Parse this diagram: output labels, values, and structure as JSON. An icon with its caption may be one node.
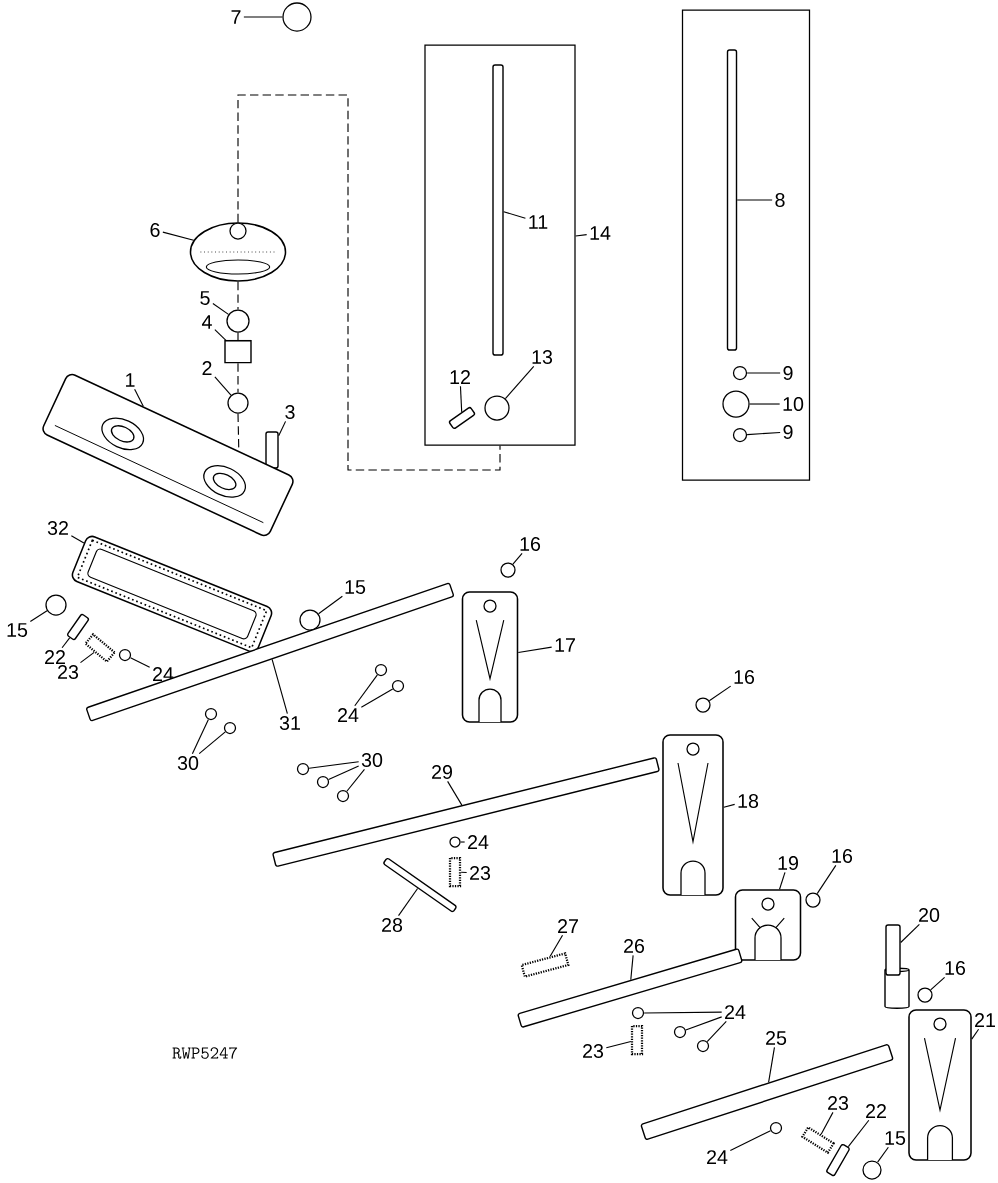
{
  "diagram": {
    "nodes": [
      {
        "text": [
          "7"
        ]
      },
      {
        "text": [],
        "shape": "circle"
      },
      {
        "text": [],
        "shape": "box"
      },
      {
        "text": [],
        "shape": "box"
      },
      {
        "text": [
          "8"
        ],
        "in": 3
      },
      {
        "text": [],
        "shape": "bar",
        "in": 3
      },
      {
        "text": [
          "9"
        ],
        "in": 3
      },
      {
        "text": [],
        "shape": "circle",
        "in": 3
      },
      {
        "text": [
          "10"
        ],
        "in": 3
      },
      {
        "text": [],
        "shape": "circle",
        "in": 3
      },
      {
        "text": [
          "9"
        ],
        "in": 3
      },
      {
        "text": [],
        "shape": "circle",
        "in": 3
      },
      {
        "text": [
          "11"
        ],
        "in": 2
      },
      {
        "text": [],
        "shape": "bar",
        "in": 2
      },
      {
        "text": [
          "14"
        ]
      },
      {
        "text": [
          "12"
        ],
        "in": 2
      },
      {
        "text": [],
        "shape": "bar",
        "in": 2
      },
      {
        "text": [
          "13"
        ],
        "in": 2
      },
      {
        "text": [],
        "shape": "circle",
        "in": 2
      },
      {
        "text": [
          "6"
        ]
      },
      {
        "text": [],
        "shape": "picture"
      },
      {
        "text": [
          "5"
        ]
      },
      {
        "text": [],
        "shape": "circle"
      },
      {
        "text": [
          "4"
        ]
      },
      {
        "text": [],
        "shape": "cylinder"
      },
      {
        "text": [
          "1"
        ]
      },
      {
        "text": [
          "2"
        ]
      },
      {
        "text": [],
        "shape": "circle"
      },
      {
        "text": [
          "3"
        ]
      },
      {
        "text": [],
        "shape": "bar"
      },
      {
        "text": [],
        "shape": "picture"
      },
      {
        "text": [
          "32"
        ]
      },
      {
        "text": [],
        "shape": "picture"
      },
      {
        "text": [
          "15"
        ]
      },
      {
        "text": [],
        "shape": "circle"
      },
      {
        "text": [
          "22"
        ]
      },
      {
        "text": [],
        "shape": "bar"
      },
      {
        "text": [
          "23"
        ]
      },
      {
        "text": [],
        "shape": "spring"
      },
      {
        "text": [
          "24"
        ]
      },
      {
        "text": [],
        "shape": "circle"
      },
      {
        "text": [
          "15"
        ]
      },
      {
        "text": [],
        "shape": "circle"
      },
      {
        "text": [
          "16"
        ]
      },
      {
        "text": [],
        "shape": "circle"
      },
      {
        "text": [
          "17"
        ]
      },
      {
        "text": [],
        "shape": "picture"
      },
      {
        "text": [
          "31"
        ]
      },
      {
        "text": [],
        "shape": "bar"
      },
      {
        "text": [
          "24"
        ]
      },
      {
        "text": [],
        "shape": "circle"
      },
      {
        "text": [],
        "shape": "circle"
      },
      {
        "text": [
          "30"
        ]
      },
      {
        "text": [],
        "shape": "circle"
      },
      {
        "text": [],
        "shape": "circle"
      },
      {
        "text": [
          "30"
        ]
      },
      {
        "text": [],
        "shape": "circle"
      },
      {
        "text": [],
        "shape": "circle"
      },
      {
        "text": [],
        "shape": "circle"
      },
      {
        "text": [
          "29"
        ]
      },
      {
        "text": [],
        "shape": "bar"
      },
      {
        "text": [
          "24"
        ]
      },
      {
        "text": [],
        "shape": "circle"
      },
      {
        "text": [
          "23"
        ]
      },
      {
        "text": [],
        "shape": "spring"
      },
      {
        "text": [
          "28"
        ]
      },
      {
        "text": [],
        "shape": "bar"
      },
      {
        "text": [
          "16"
        ]
      },
      {
        "text": [],
        "shape": "circle"
      },
      {
        "text": [
          "18"
        ]
      },
      {
        "text": [],
        "shape": "picture"
      },
      {
        "text": [
          "19"
        ]
      },
      {
        "text": [],
        "shape": "picture"
      },
      {
        "text": [
          "16"
        ]
      },
      {
        "text": [],
        "shape": "circle"
      },
      {
        "text": [
          "27"
        ]
      },
      {
        "text": [],
        "shape": "spring"
      },
      {
        "text": [
          "26"
        ]
      },
      {
        "text": [],
        "shape": "bar"
      },
      {
        "text": [
          "20"
        ]
      },
      {
        "text": [],
        "shape": "bar"
      },
      {
        "text": [
          "16"
        ]
      },
      {
        "text": [],
        "shape": "circle"
      },
      {
        "text": [
          "21"
        ]
      },
      {
        "text": [],
        "shape": "picture"
      },
      {
        "text": [
          "23"
        ]
      },
      {
        "text": [],
        "shape": "spring"
      },
      {
        "text": [
          "24"
        ]
      },
      {
        "text": [],
        "shape": "circle"
      },
      {
        "text": [],
        "shape": "circle"
      },
      {
        "text": [],
        "shape": "circle"
      },
      {
        "text": [
          "25"
        ]
      },
      {
        "text": [],
        "shape": "bar"
      },
      {
        "text": [
          "24"
        ]
      },
      {
        "text": [],
        "shape": "circle"
      },
      {
        "text": [
          "23"
        ]
      },
      {
        "text": [],
        "shape": "spring"
      },
      {
        "text": [
          "22"
        ]
      },
      {
        "text": [],
        "shape": "bar"
      },
      {
        "text": [
          "15"
        ]
      },
      {
        "text": [],
        "shape": "circle"
      }
    ],
    "edges": [
      {
        "from": 0,
        "to": 1,
        "arrow": "none"
      },
      {
        "from": 4,
        "to": 5,
        "arrow": "none"
      },
      {
        "from": 6,
        "to": 7,
        "arrow": "none"
      },
      {
        "from": 8,
        "to": 9,
        "arrow": "none"
      },
      {
        "from": 10,
        "to": 11,
        "arrow": "none"
      },
      {
        "from": 12,
        "to": 13,
        "arrow": "none"
      },
      {
        "from": 14,
        "to": 2,
        "arrow": "none"
      },
      {
        "from": 15,
        "to": 16,
        "arrow": "none"
      },
      {
        "from": 17,
        "to": 18,
        "arrow": "none"
      },
      {
        "from": 19,
        "to": 20,
        "arrow": "none"
      },
      {
        "from": 21,
        "to": 22,
        "arrow": "none"
      },
      {
        "from": 23,
        "to": 24,
        "arrow": "none"
      },
      {
        "from": 25,
        "to": 30,
        "arrow": "none"
      },
      {
        "from": 26,
        "to": 27,
        "arrow": "none"
      },
      {
        "from": 28,
        "to": 29,
        "arrow": "none"
      },
      {
        "from": 31,
        "to": 32,
        "arrow": "none"
      },
      {
        "from": 33,
        "to": 34,
        "arrow": "none"
      },
      {
        "from": 35,
        "to": 36,
        "arrow": "none"
      },
      {
        "from": 37,
        "to": 38,
        "arrow": "none"
      },
      {
        "from": 39,
        "to": 40,
        "arrow": "none"
      },
      {
        "from": 41,
        "to": 42,
        "arrow": "none"
      },
      {
        "from": 43,
        "to": 44,
        "arrow": "none"
      },
      {
        "from": 45,
        "to": 46,
        "arrow": "none"
      },
      {
        "from": 47,
        "to": 48,
        "arrow": "none"
      },
      {
        "from": 49,
        "to": 50,
        "arrow": "none"
      },
      {
        "from": 49,
        "to": 51,
        "arrow": "none"
      },
      {
        "from": 52,
        "to": 53,
        "arrow": "none"
      },
      {
        "from": 52,
        "to": 54,
        "arrow": "none"
      },
      {
        "from": 55,
        "to": 56,
        "arrow": "none"
      },
      {
        "from": 55,
        "to": 57,
        "arrow": "none"
      },
      {
        "from": 55,
        "to": 58,
        "arrow": "none"
      },
      {
        "from": 59,
        "to": 60,
        "arrow": "none"
      },
      {
        "from": 61,
        "to": 62,
        "arrow": "none"
      },
      {
        "from": 63,
        "to": 64,
        "arrow": "none"
      },
      {
        "from": 65,
        "to": 66,
        "arrow": "none"
      },
      {
        "from": 67,
        "to": 68,
        "arrow": "none"
      },
      {
        "from": 69,
        "to": 70,
        "arrow": "none"
      },
      {
        "from": 71,
        "to": 72,
        "arrow": "none"
      },
      {
        "from": 73,
        "to": 74,
        "arrow": "none"
      },
      {
        "from": 75,
        "to": 76,
        "arrow": "none"
      },
      {
        "from": 77,
        "to": 78,
        "arrow": "none"
      },
      {
        "from": 79,
        "to": 80,
        "arrow": "none"
      },
      {
        "from": 81,
        "to": 82,
        "arrow": "none"
      },
      {
        "from": 83,
        "to": 84,
        "arrow": "none"
      },
      {
        "from": 85,
        "to": 86,
        "arrow": "none"
      },
      {
        "from": 87,
        "to": 88,
        "arrow": "none"
      },
      {
        "from": 87,
        "to": 89,
        "arrow": "none"
      },
      {
        "from": 87,
        "to": 90,
        "arrow": "none"
      },
      {
        "from": 91,
        "to": 92,
        "arrow": "none"
      },
      {
        "from": 93,
        "to": 94,
        "arrow": "none"
      },
      {
        "from": 95,
        "to": 96,
        "arrow": "none"
      },
      {
        "from": 97,
        "to": 98,
        "arrow": "none"
      },
      {
        "from": 99,
        "to": 100,
        "arrow": "none"
      },
      {
        "from": 20,
        "to": 2,
        "arrow": "none",
        "style": "dashed"
      },
      {
        "from": 20,
        "to": 22,
        "arrow": "none",
        "style": "dashed"
      },
      {
        "from": 22,
        "to": 24,
        "arrow": "none",
        "style": "dashed"
      },
      {
        "from": 24,
        "to": 27,
        "arrow": "none",
        "style": "dashed"
      },
      {
        "from": 27,
        "to": 30,
        "arrow": "none",
        "style": "dashed"
      }
    ],
    "labels": [
      "RWP5247"
    ]
  }
}
